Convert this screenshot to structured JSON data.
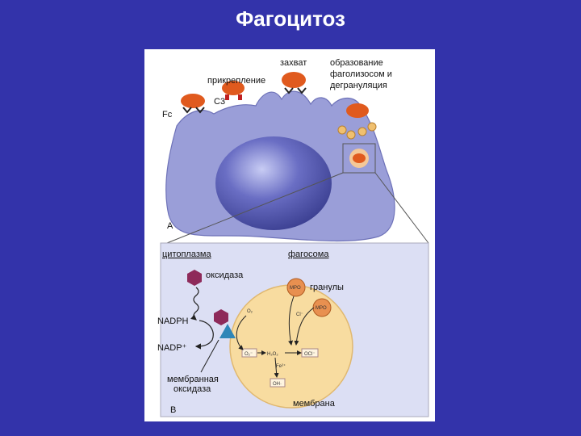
{
  "title": "Фагоцитоз",
  "panel_a": {
    "letter": "A",
    "labels": {
      "capture": "захват",
      "attachment": "прикрепление",
      "c3": "C3",
      "fc": "Fc",
      "phagolysosome_line1": "образование",
      "phagolysosome_line2": "фаголизосом и",
      "phagolysosome_line3": "дегрануляция"
    }
  },
  "panel_b": {
    "letter": "B",
    "labels": {
      "cytoplasm": "цитоплазма",
      "phagosome": "фагосома",
      "oxidase": "оксидаза",
      "granules": "гранулы",
      "nadph": "NADPH",
      "nadp": "NADP⁺",
      "membrane_oxidase_line1": "мембранная",
      "membrane_oxidase_line2": "оксидаза",
      "membrane": "мембрана"
    },
    "species": {
      "o2": "O₂",
      "cl": "Cl⁻",
      "superoxide": "O₂⁻",
      "h2o2": "H₂O₂",
      "ocl": "OCl⁻",
      "fe": "Fe²⁺",
      "oh": "OH·",
      "mpo1": "MPO",
      "mpo2": "MPO"
    }
  },
  "colors": {
    "background": "#3333aa",
    "cell_body": "#9a9ed8",
    "nucleus": "#4a4ea8",
    "bacterium": "#e05a1e",
    "phagosome": "#f8dca0",
    "oxidase_hexagon": "#8e2a5a",
    "membrane_triangle": "#2e86b8"
  }
}
